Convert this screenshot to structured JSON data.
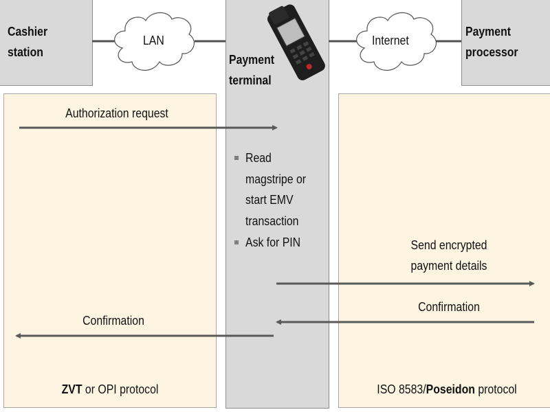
{
  "nodes": {
    "cashier": {
      "line1": "Cashier",
      "line2": "station"
    },
    "lan": "LAN",
    "terminal": {
      "line1": "Payment",
      "line2": "terminal"
    },
    "internet": "Internet",
    "processor": {
      "line1": "Payment",
      "line2": "processor"
    }
  },
  "terminal_steps": [
    "Read",
    "magstripe or",
    "start EMV",
    "transaction",
    "Ask for PIN"
  ],
  "messages": {
    "auth_request": "Authorization request",
    "send_encrypted_1": "Send encrypted",
    "send_encrypted_2": "payment details",
    "confirmation_right": "Confirmation",
    "confirmation_left": "Confirmation"
  },
  "protocols": {
    "left_bold": "ZVT",
    "left_rest": " or OPI protocol",
    "right_pre": "ISO 8583/",
    "right_bold": "Poseidon",
    "right_rest": " protocol"
  },
  "colors": {
    "box_gray": "#d9d9d9",
    "panel": "#fdf5e1",
    "arrow": "#595959"
  }
}
